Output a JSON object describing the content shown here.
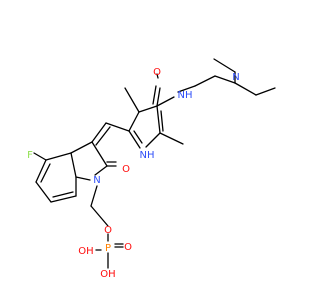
{
  "structure": {
    "atoms": [
      {
        "id": "O_amide",
        "symbol": "O",
        "color": "#ff0d0d"
      },
      {
        "id": "NH_amide",
        "symbol": "NH",
        "color": "#3050f8"
      },
      {
        "id": "N_amine",
        "symbol": "N",
        "color": "#3050f8"
      },
      {
        "id": "F",
        "symbol": "F",
        "color": "#90e050"
      },
      {
        "id": "NH_pyrrole",
        "symbol": "NH",
        "color": "#3050f8"
      },
      {
        "id": "O_oxindole",
        "symbol": "O",
        "color": "#ff0d0d"
      },
      {
        "id": "N_oxindole",
        "symbol": "N",
        "color": "#3050f8"
      },
      {
        "id": "O_ester",
        "symbol": "O",
        "color": "#ff0d0d"
      },
      {
        "id": "P",
        "symbol": "P",
        "color": "#ff8000"
      },
      {
        "id": "O_phosphoryl",
        "symbol": "O",
        "color": "#ff0d0d"
      },
      {
        "id": "OH_left",
        "symbol": "OH",
        "color": "#ff0d0d"
      },
      {
        "id": "OH_bottom",
        "symbol": "OH",
        "color": "#ff0d0d"
      }
    ],
    "bond_color": "#000000"
  }
}
